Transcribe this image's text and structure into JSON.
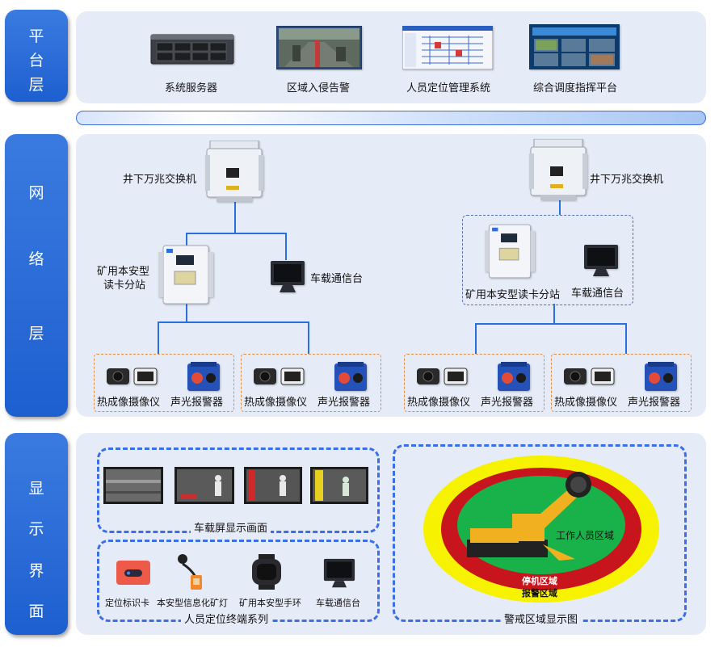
{
  "layers": {
    "platform": "平台层",
    "network": "网络层",
    "display": "显示界面"
  },
  "platform": {
    "items": [
      "系统服务器",
      "区域入侵告警",
      "人员定位管理系统",
      "综合调度指挥平台"
    ]
  },
  "network": {
    "switch_left": "井下万兆交换机",
    "switch_right": "井下万兆交换机",
    "reader_left_line1": "矿用本安型",
    "reader_left_line2": "读卡分站",
    "vehicle_left": "车载通信台",
    "reader_right": "矿用本安型读卡分站",
    "vehicle_right": "车载通信台",
    "groups": [
      {
        "camera": "热成像摄像仪",
        "alarm": "声光报警器"
      },
      {
        "camera": "热成像摄像仪",
        "alarm": "声光报警器"
      },
      {
        "camera": "热成像摄像仪",
        "alarm": "声光报警器"
      },
      {
        "camera": "热成像摄像仪",
        "alarm": "声光报警器"
      }
    ]
  },
  "display": {
    "screen_caption": "车载屏显示画面",
    "terminal_items": [
      "定位标识卡",
      "本安型信息化矿灯",
      "矿用本安型手环",
      "车载通信台"
    ],
    "terminal_caption": "人员定位终端系列",
    "zone_caption": "警戒区域显示图",
    "zone_work": "工作人员区域",
    "zone_stop": "停机区域",
    "zone_alarm": "报警区域"
  },
  "colors": {
    "tab_blue": "#2a6fe0",
    "panel_bg": "#e6ecf7",
    "line_blue": "#2a6fe0",
    "zone_yellow": "#f6f200",
    "zone_red": "#c8141c",
    "zone_green": "#18b14a"
  }
}
